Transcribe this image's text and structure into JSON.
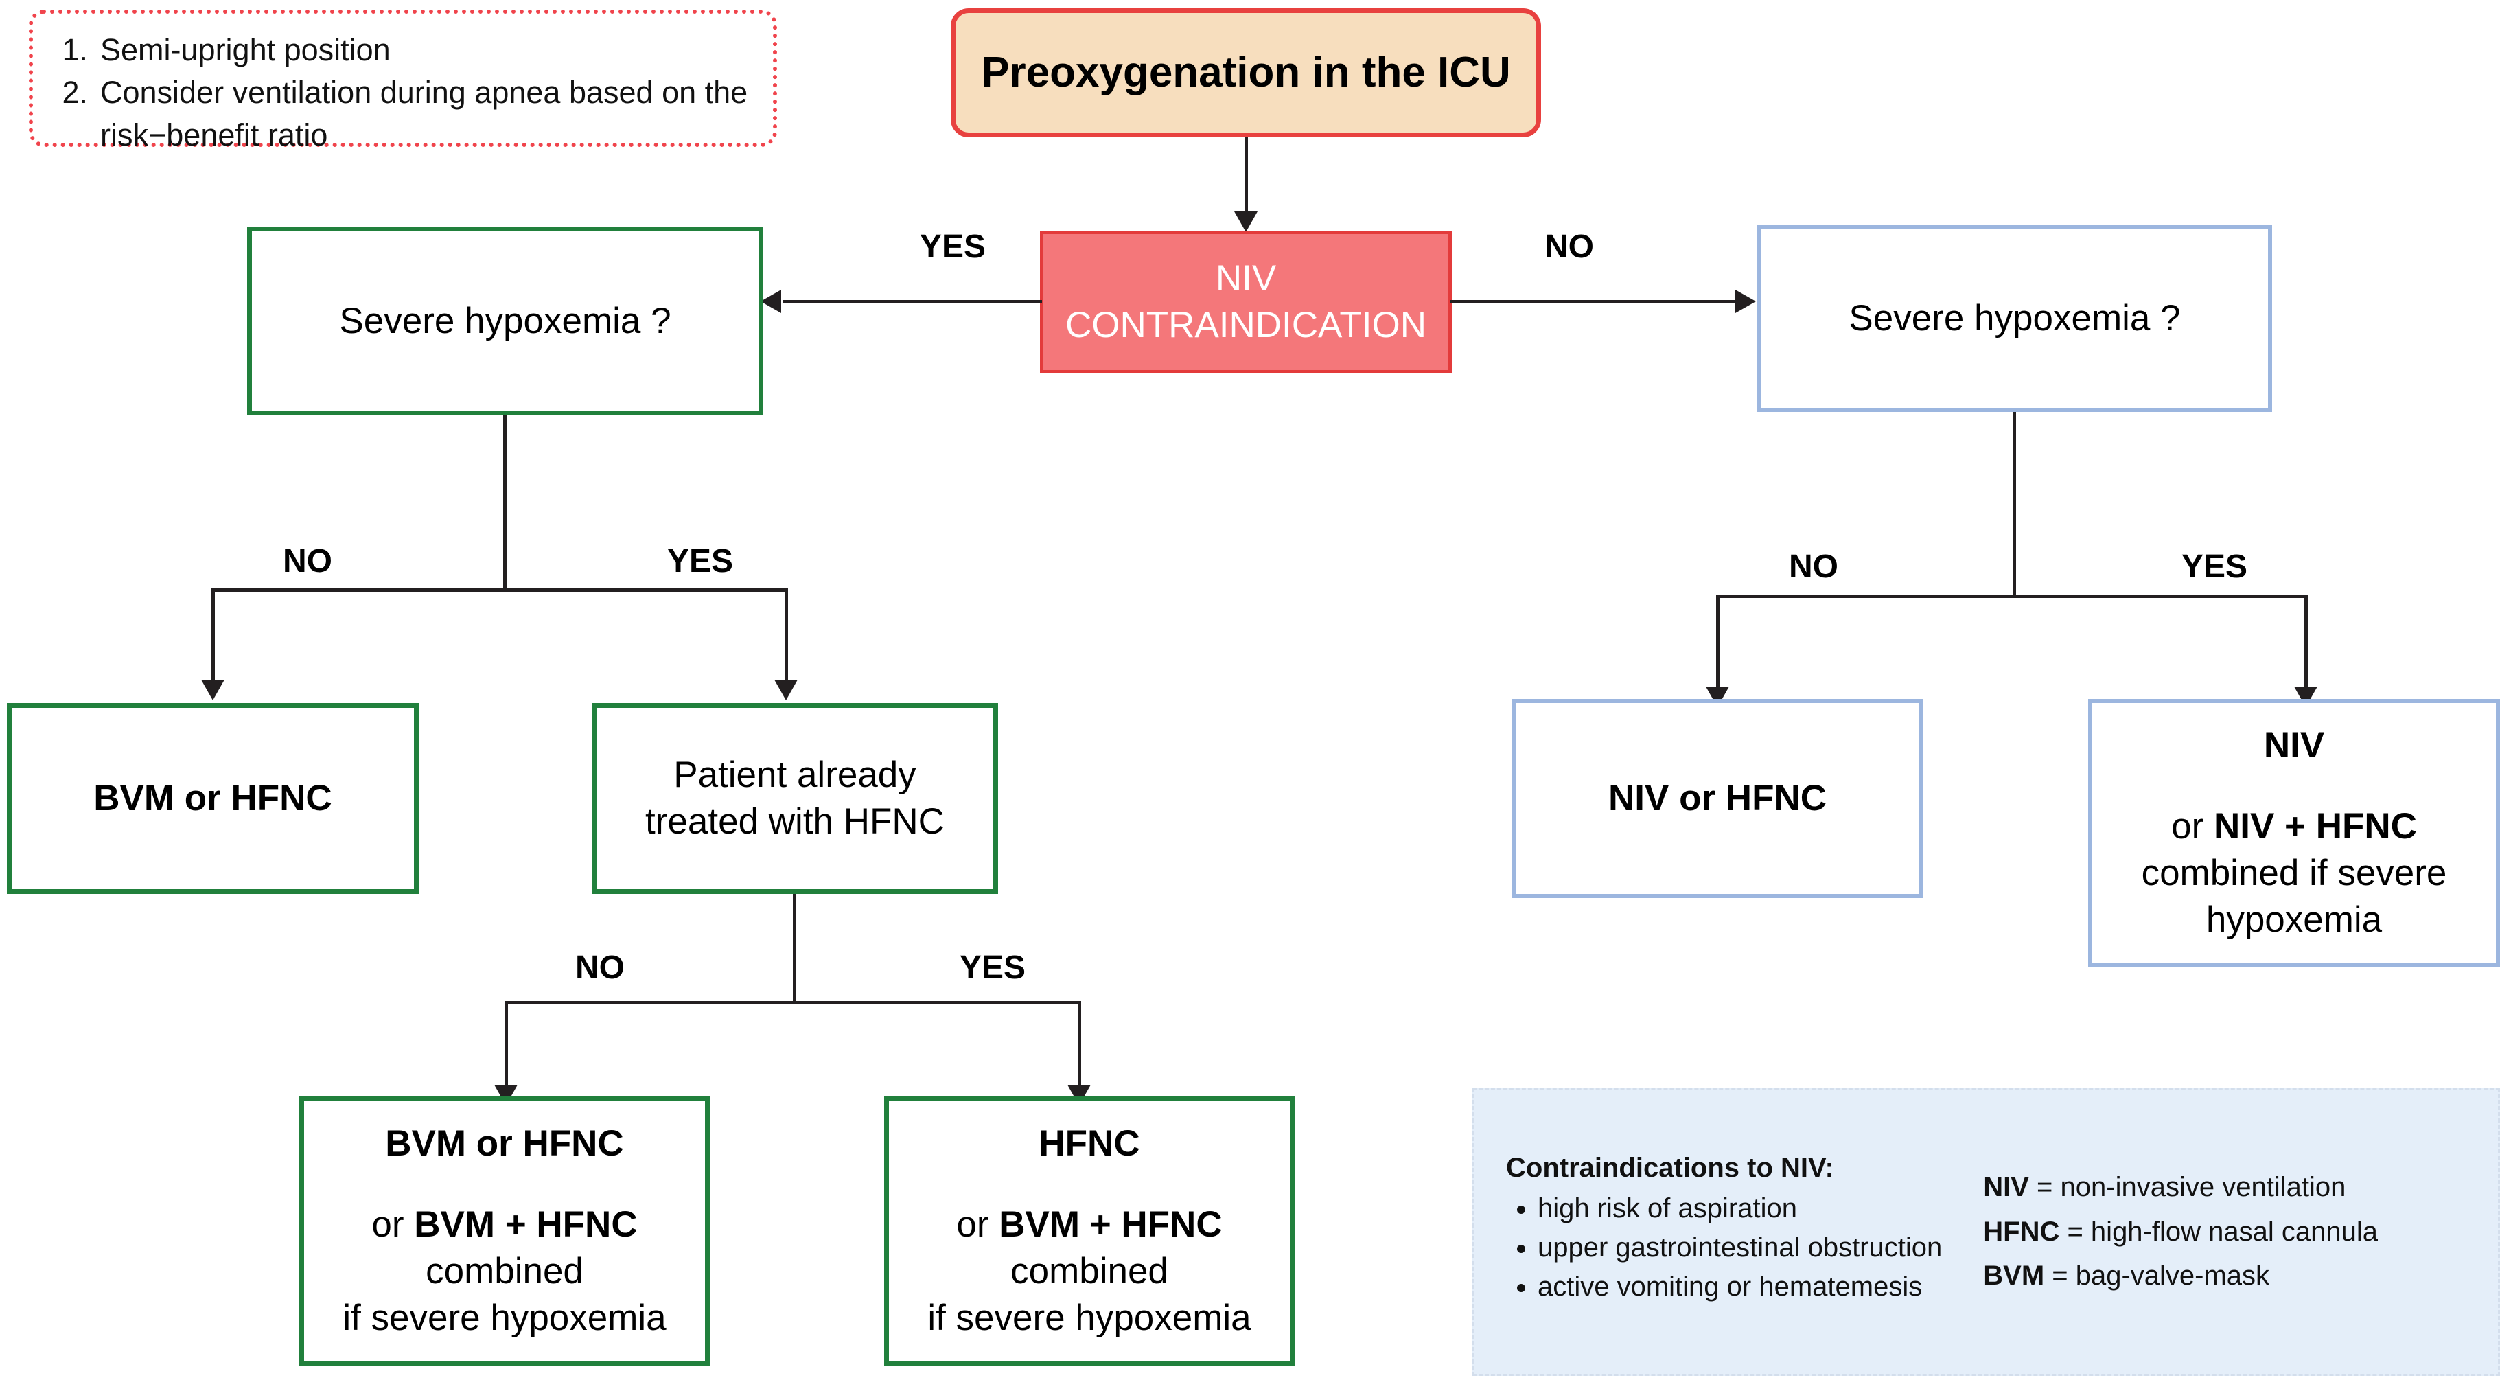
{
  "diagram": {
    "title": "Preoxygenation in the ICU",
    "note": {
      "items": [
        {
          "num": "1.",
          "text": "Semi-upright position"
        },
        {
          "num": "2.",
          "text": "Consider ventilation during apnea based on the risk−benefit ratio"
        }
      ]
    },
    "decision_niv": "NIV\nCONTRAINDICATION",
    "decision_niv_line1": "NIV",
    "decision_niv_line2": "CONTRAINDICATION",
    "severe_hypoxemia_left": "Severe hypoxemia ?",
    "severe_hypoxemia_right": "Severe hypoxemia ?",
    "bvm_or_hfnc": "BVM or HFNC",
    "patient_already_line1": "Patient already",
    "patient_already_line2": "treated with HFNC",
    "niv_or_hfnc": "NIV or HFNC",
    "outcome_bvm_hfnc": {
      "heading": "BVM or HFNC",
      "or": "or ",
      "combo": "BVM + HFNC",
      "line3": "combined",
      "line4": "if severe hypoxemia"
    },
    "outcome_hfnc": {
      "heading": "HFNC",
      "or": "or ",
      "combo": "BVM + HFNC",
      "line3": "combined",
      "line4": "if severe hypoxemia"
    },
    "outcome_niv": {
      "heading": "NIV",
      "or": "or ",
      "combo": "NIV + HFNC",
      "line3": "combined if severe",
      "line4": "hypoxemia"
    },
    "edge_labels": {
      "top_yes": "YES",
      "top_no": "NO",
      "left_no": "NO",
      "left_yes": "YES",
      "mid_no": "NO",
      "mid_yes": "YES",
      "right_no": "NO",
      "right_yes": "YES"
    },
    "legend": {
      "contra_title": "Contraindications to NIV:",
      "contra_items": [
        "high risk of aspiration",
        "upper gastrointestinal obstruction",
        "active vomiting or hematemesis"
      ],
      "abbreviations": [
        {
          "abbr": "NIV",
          "def": " = non-invasive ventilation"
        },
        {
          "abbr": "HFNC",
          "def": " = high-flow nasal cannula"
        },
        {
          "abbr": "BVM",
          "def": " = bag-valve-mask"
        }
      ]
    },
    "colors": {
      "title_fill": "#F7DEBE",
      "title_border": "#E8413F",
      "niv_fill": "#F4777A",
      "niv_border": "#E33B3B",
      "green_border": "#21803C",
      "blue_border": "#9CB6DF",
      "note_border": "#F0444C",
      "legend_fill": "#E4EEF9",
      "connector": "#231F20"
    }
  }
}
